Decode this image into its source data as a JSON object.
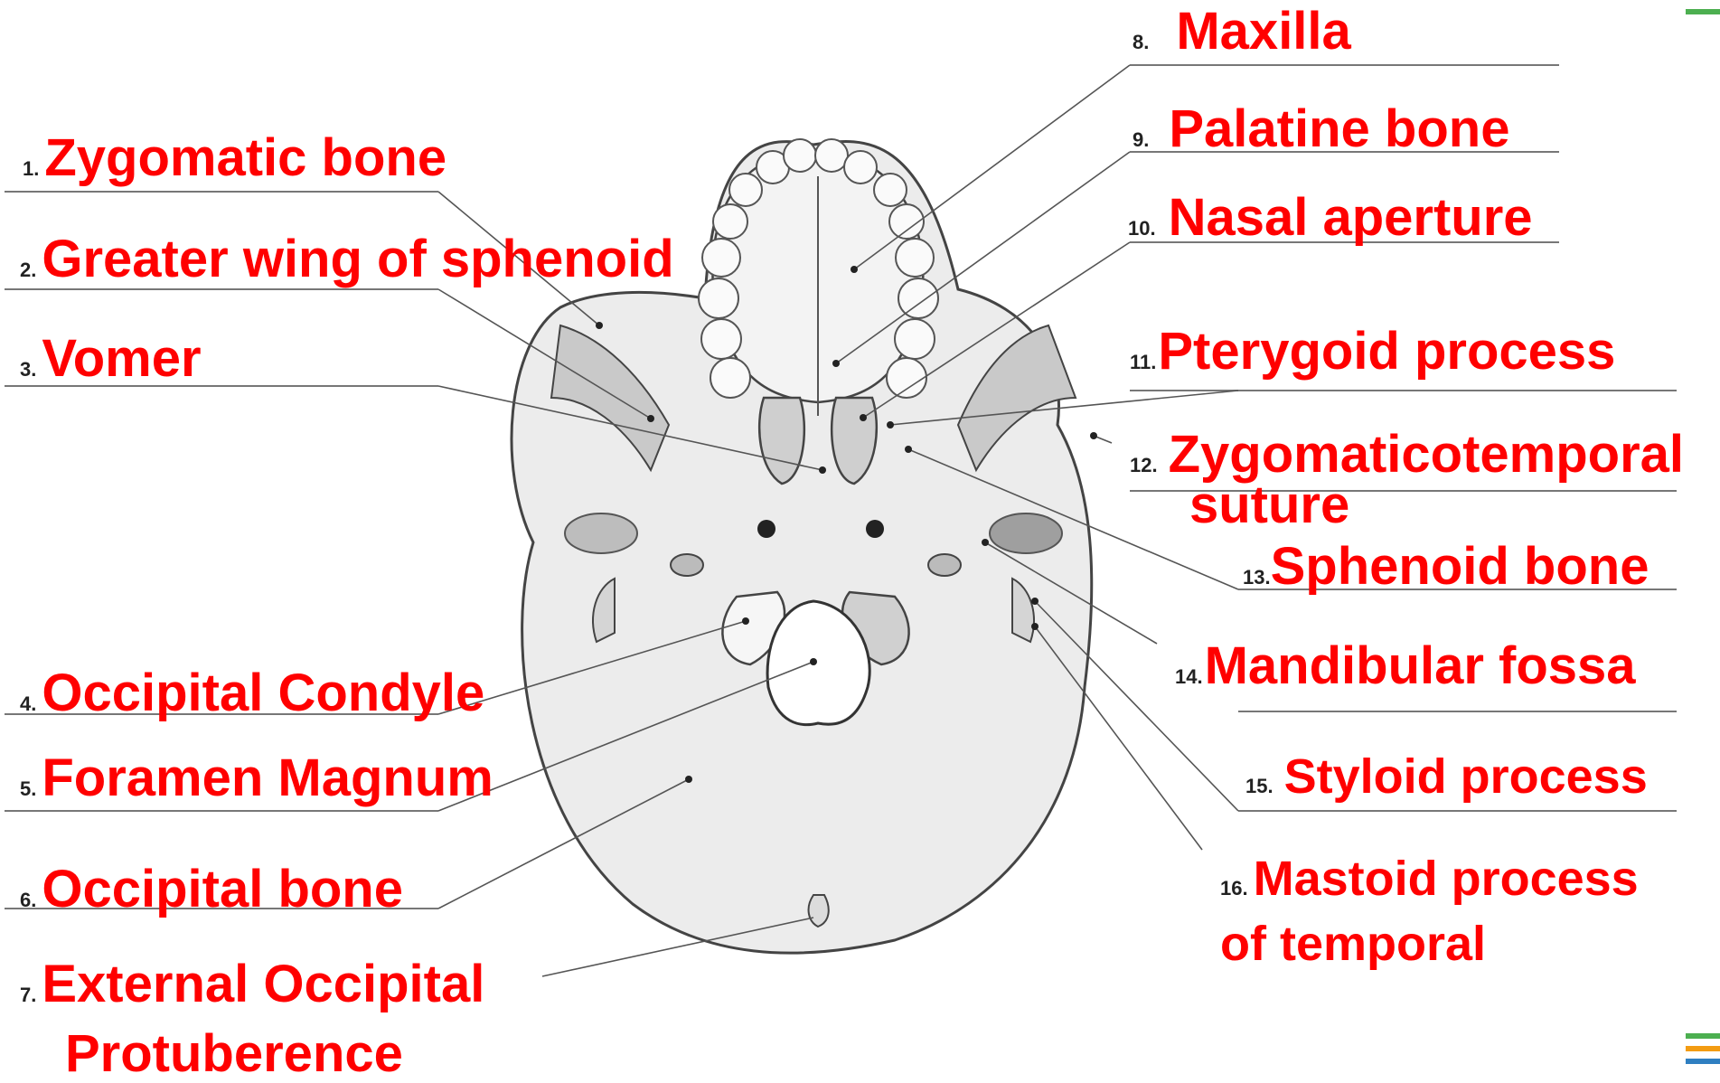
{
  "labels": [
    {
      "num": "1.",
      "name": "Zygomatic bone"
    },
    {
      "num": "2.",
      "name": "Greater wing of sphenoid"
    },
    {
      "num": "3.",
      "name": "Vomer"
    },
    {
      "num": "4.",
      "name": "Occipital Condyle"
    },
    {
      "num": "5.",
      "name": "Foramen Magnum"
    },
    {
      "num": "6.",
      "name": "Occipital bone"
    },
    {
      "num": "7.",
      "name": "External Occipital",
      "name_line2": "Protuberence"
    },
    {
      "num": "8.",
      "name": "Maxilla"
    },
    {
      "num": "9.",
      "name": "Palatine bone"
    },
    {
      "num": "10.",
      "name": "Nasal aperture"
    },
    {
      "num": "11.",
      "name": "Pterygoid process"
    },
    {
      "num": "12.",
      "name": "Zygomaticotemporal",
      "name_line2": "suture"
    },
    {
      "num": "13.",
      "name": "Sphenoid bone"
    },
    {
      "num": "14.",
      "name": "Mandibular fossa"
    },
    {
      "num": "15.",
      "name": "Styloid process"
    },
    {
      "num": "16.",
      "name": "Mastoid process",
      "name_line2": "of temporal"
    }
  ],
  "colors": {
    "label": "#ff0000",
    "number": "#222222",
    "line": "#555555",
    "bone": "#ececec",
    "bone_shade": "#b9b9b9"
  }
}
